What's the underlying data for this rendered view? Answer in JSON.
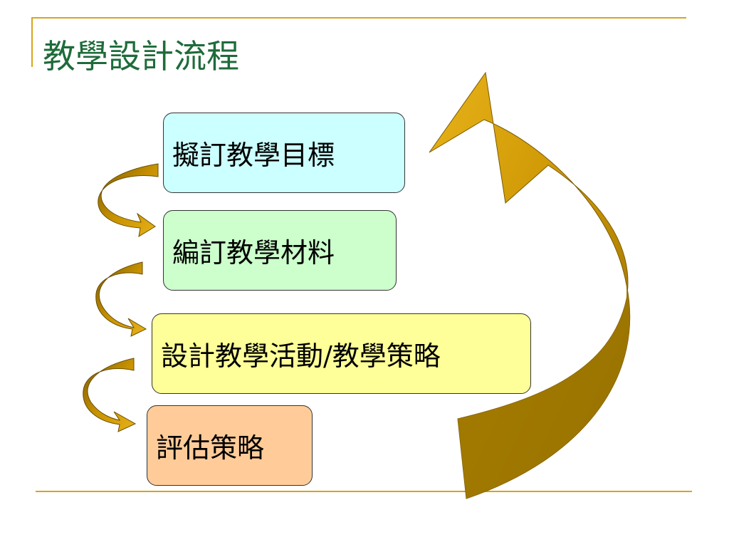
{
  "title": "教學設計流程",
  "steps": [
    {
      "label": "擬訂教學目標",
      "color": "#ccffff"
    },
    {
      "label": "編訂教學材料",
      "color": "#ccffcc"
    },
    {
      "label": "設計教學活動/教學策略",
      "color": "#ffff99"
    },
    {
      "label": "評估策略",
      "color": "#ffcc99"
    }
  ],
  "colors": {
    "accent": "#d9a31c",
    "title": "#1e6b3a",
    "arrow_light": "#e0a410",
    "arrow_dark": "#9a7400"
  },
  "icons": [
    "curved-arrow-icon",
    "feedback-arrow-icon"
  ]
}
